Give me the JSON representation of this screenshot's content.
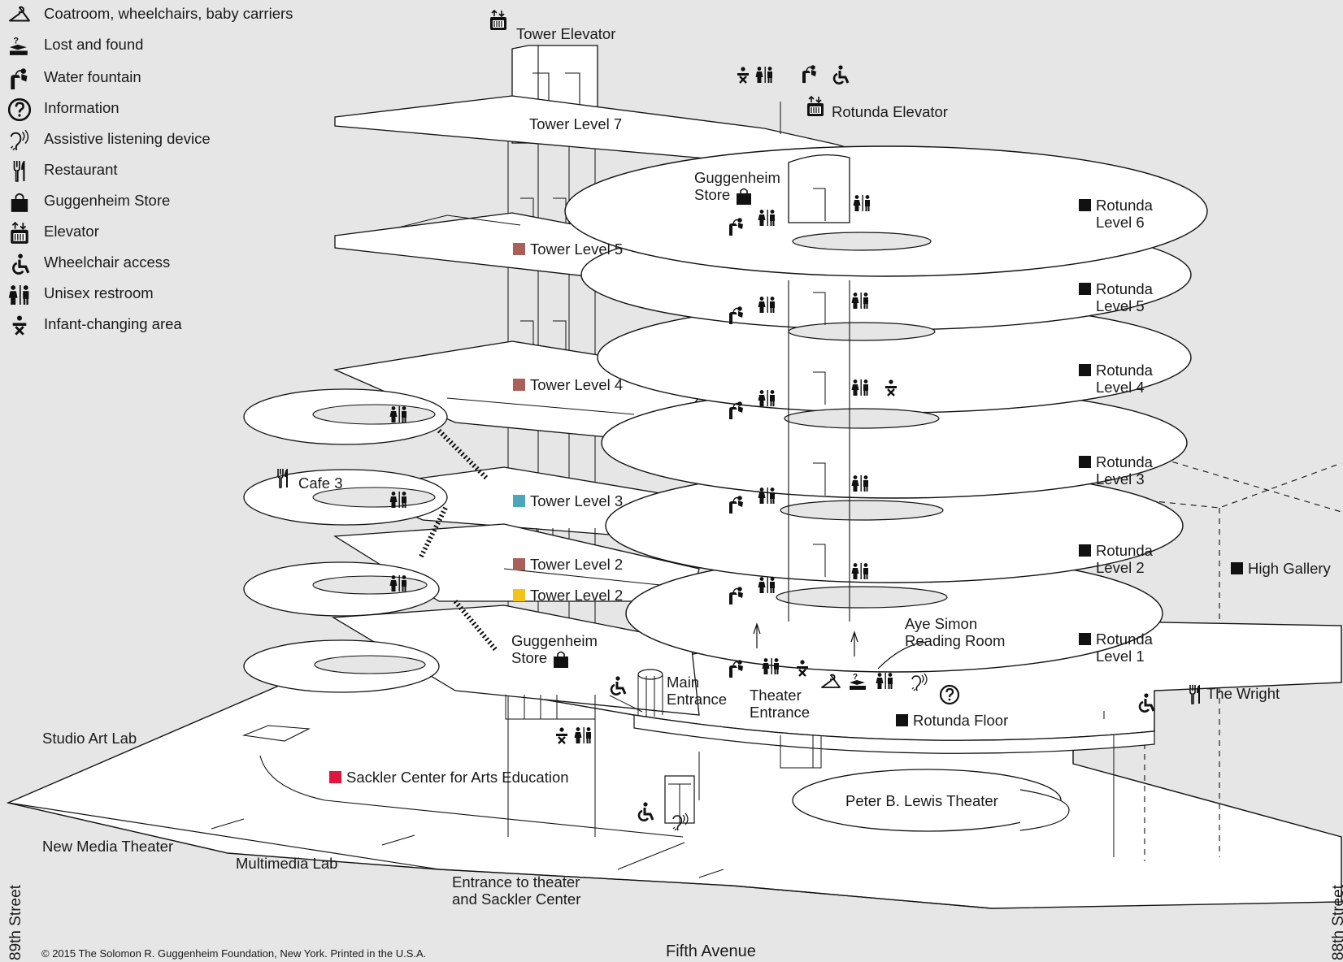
{
  "legend": {
    "items": [
      {
        "label": "Coatroom, wheelchairs, baby carriers",
        "icon": "hanger-icon"
      },
      {
        "label": "Lost and found",
        "icon": "lost-and-found-icon"
      },
      {
        "label": "Water fountain",
        "icon": "water-fountain-icon"
      },
      {
        "label": "Information",
        "icon": "information-icon"
      },
      {
        "label": "Assistive listening device",
        "icon": "listening-device-icon"
      },
      {
        "label": "Restaurant",
        "icon": "restaurant-icon"
      },
      {
        "label": "Guggenheim Store",
        "icon": "store-bag-icon"
      },
      {
        "label": "Elevator",
        "icon": "elevator-icon"
      },
      {
        "label": "Wheelchair access",
        "icon": "wheelchair-icon"
      },
      {
        "label": "Unisex restroom",
        "icon": "restroom-icon"
      },
      {
        "label": "Infant-changing area",
        "icon": "infant-changing-icon"
      }
    ]
  },
  "colors": {
    "background": "#e6e6e7",
    "rotunda": "#111111",
    "tower_brown": "#a9605a",
    "tower_teal": "#4ea6b9",
    "tower_yellow": "#f2c417",
    "sackler_red": "#e0163c"
  },
  "labels": {
    "tower_elevator": "Tower Elevator",
    "tower_level_7": "Tower Level 7",
    "tower_level_5": "Tower Level 5",
    "tower_level_4": "Tower Level 4",
    "tower_level_3": "Tower Level 3",
    "tower_level_2a": "Tower Level 2",
    "tower_level_2b": "Tower Level 2",
    "rotunda_elevator": "Rotunda Elevator",
    "guggenheim_store_upper_1": "Guggenheim",
    "guggenheim_store_upper_2": "Store",
    "guggenheim_store_lower_1": "Guggenheim",
    "guggenheim_store_lower_2": "Store",
    "cafe_3": "Cafe 3",
    "rotunda_6": [
      "Rotunda",
      "Level 6"
    ],
    "rotunda_5": [
      "Rotunda",
      "Level 5"
    ],
    "rotunda_4": [
      "Rotunda",
      "Level 4"
    ],
    "rotunda_3": [
      "Rotunda",
      "Level 3"
    ],
    "rotunda_2": [
      "Rotunda",
      "Level 2"
    ],
    "rotunda_1": [
      "Rotunda",
      "Level 1"
    ],
    "high_gallery": "High Gallery",
    "aye_simon": [
      "Aye Simon",
      "Reading Room"
    ],
    "main_entrance": [
      "Main",
      "Entrance"
    ],
    "theater_entrance": [
      "Theater",
      "Entrance"
    ],
    "rotunda_floor": "Rotunda Floor",
    "the_wright": "The Wright",
    "studio_art_lab": "Studio Art Lab",
    "sackler_center": "Sackler Center for Arts Education",
    "peter_lewis_theater": "Peter B. Lewis Theater",
    "new_media_theater": "New Media Theater",
    "multimedia_lab": "Multimedia Lab",
    "entrance_theater_sackler": [
      "Entrance to theater",
      "and Sackler Center"
    ]
  },
  "streets": {
    "left": "89th Street",
    "right": "88th Street",
    "bottom": "Fifth Avenue"
  },
  "copyright": "© 2015 The Solomon R. Guggenheim Foundation, New York. Printed in the U.S.A."
}
